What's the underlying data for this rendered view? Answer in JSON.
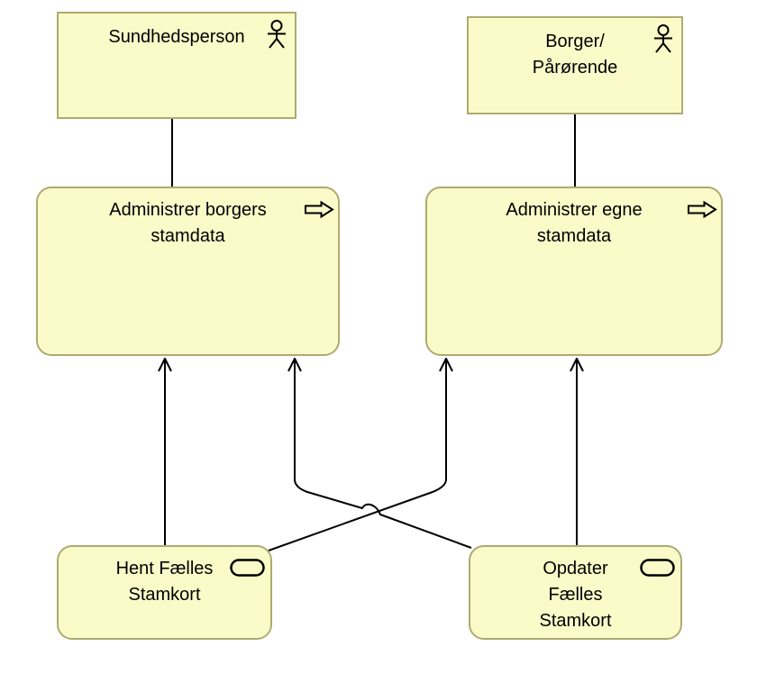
{
  "colors": {
    "background": "#FFFFFF",
    "node_fill": "#FBFBC9",
    "node_border": "#ACAB72",
    "connector": "#000000",
    "text": "#000000"
  },
  "nodes": {
    "sundhedsperson": {
      "type": "business-actor",
      "icon": "actor-icon",
      "lines": [
        "Sundhedsperson"
      ]
    },
    "borger": {
      "type": "business-actor",
      "icon": "actor-icon",
      "lines": [
        "Borger/",
        "Pårørende"
      ]
    },
    "administrer_borgers": {
      "type": "business-process",
      "icon": "process-arrow-icon",
      "lines": [
        "Administrer borgers",
        "stamdata"
      ]
    },
    "administrer_egne": {
      "type": "business-process",
      "icon": "process-arrow-icon",
      "lines": [
        "Administrer egne",
        "stamdata"
      ]
    },
    "hent_faelles": {
      "type": "business-service",
      "icon": "service-pill-icon",
      "lines": [
        "Hent Fælles",
        "Stamkort"
      ]
    },
    "opdater_faelles": {
      "type": "business-service",
      "icon": "service-pill-icon",
      "lines": [
        "Opdater",
        "Fælles",
        "Stamkort"
      ]
    }
  },
  "connections": [
    {
      "from": "Sundhedsperson",
      "to": "Administrer borgers stamdata",
      "style": "plain-line"
    },
    {
      "from": "Borger/Pårørende",
      "to": "Administrer egne stamdata",
      "style": "plain-line"
    },
    {
      "from": "Hent Fælles Stamkort",
      "to": "Administrer borgers stamdata",
      "style": "open-arrow"
    },
    {
      "from": "Hent Fælles Stamkort",
      "to": "Administrer egne stamdata",
      "style": "open-arrow"
    },
    {
      "from": "Opdater Fælles Stamkort",
      "to": "Administrer egne stamdata",
      "style": "open-arrow"
    },
    {
      "from": "Opdater Fælles Stamkort",
      "to": "Administrer borgers stamdata",
      "style": "open-arrow",
      "detail": "line hop where it crosses the other connector"
    }
  ]
}
